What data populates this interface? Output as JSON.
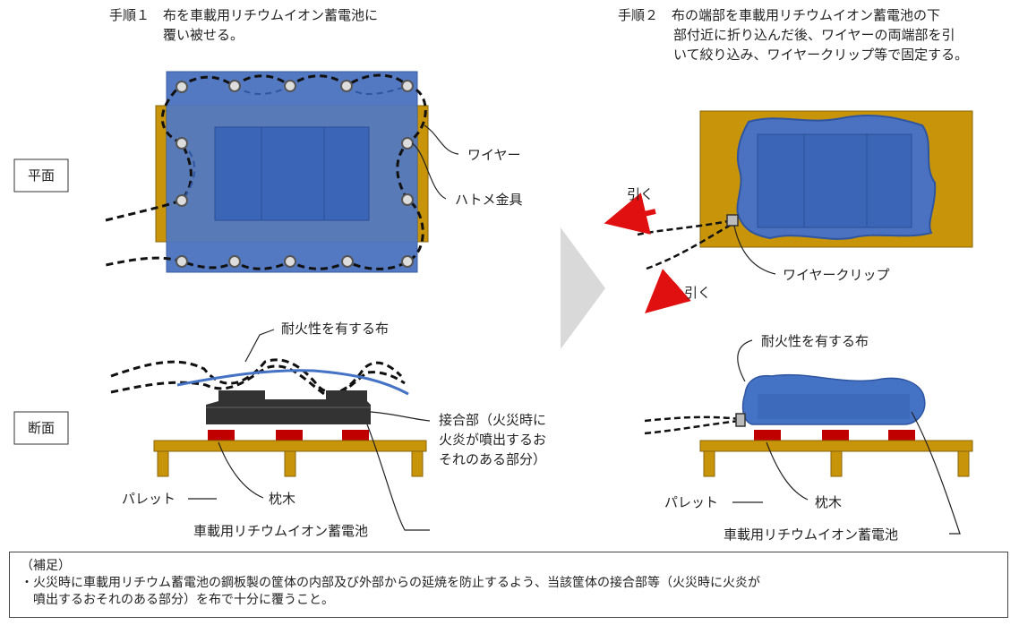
{
  "step1": {
    "line1": "手順１　布を車載用リチウムイオン蓄電池に",
    "line2": "覆い被せる。"
  },
  "step2": {
    "line1": "手順２　布の端部を車載用リチウムイオン蓄電池の下",
    "line2": "部付近に折り込んだ後、ワイヤーの両端部を引",
    "line3": "いて絞り込み、ワイヤークリップ等で固定する。"
  },
  "labels": {
    "plan_view": "平面",
    "section_view": "断面",
    "wire": "ワイヤー",
    "grommet": "ハトメ金具",
    "pull": "引く",
    "wire_clip": "ワイヤークリップ",
    "fire_resistant_cloth": "耐火性を有する布",
    "joint_line1": "接合部（火災時に",
    "joint_line2": "火炎が噴出するお",
    "joint_line3": "それのある部分）",
    "pallet": "パレット",
    "sleeper": "枕木",
    "battery": "車載用リチウムイオン蓄電池"
  },
  "note": {
    "heading": "（補足）",
    "line1": "・火災時に車載用リチウム蓄電池の鋼板製の筐体の内部及び外部からの延焼を防止するよう、当該筐体の接合部等（火災時に火炎が",
    "line2": "　噴出するおそれのある部分）を布で十分に覆うこと。"
  },
  "colors": {
    "pallet": "#c8940a",
    "pallet_edge": "#8a6608",
    "cloth": "#4472c4",
    "battery_cell": "#3b66b8",
    "sleeper": "#c00000",
    "arrow": "#e01010",
    "joint": "#333333"
  }
}
